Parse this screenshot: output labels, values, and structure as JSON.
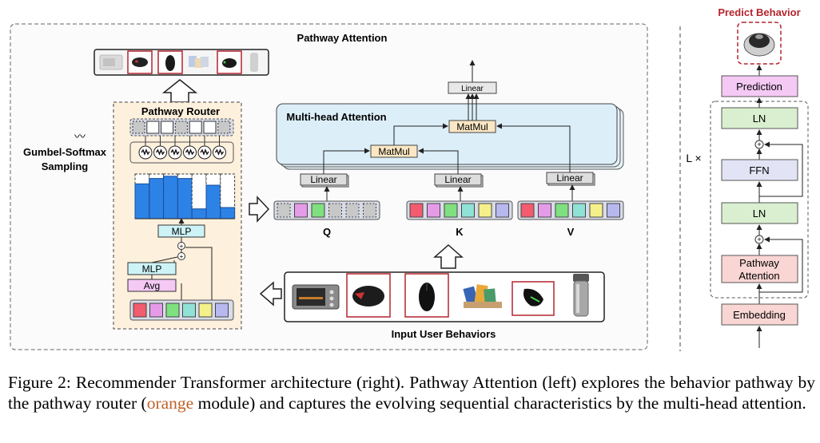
{
  "pathway_attention": {
    "title": "Pathway Attention",
    "pathway_router": "Pathway Router",
    "gumbel": [
      "Gumbel-Softmax",
      "Sampling"
    ],
    "mlp_top": "MLP",
    "mlp_bottom": "MLP",
    "avg": "Avg",
    "multihead": "Multi-head Attention",
    "linear_top": "Linear",
    "matmul_top": "MatMul",
    "matmul_left": "MatMul",
    "linear_q": "Linear",
    "linear_k": "Linear",
    "linear_v": "Linear",
    "q": "Q",
    "k": "K",
    "v": "V",
    "input_behaviors": "Input User Behaviors",
    "router_bar_values": [
      0.78,
      0.9,
      0.95,
      0.9,
      0.22,
      0.75,
      0.25
    ],
    "token_colors": [
      "#f25c6e",
      "#e69be8",
      "#7fe07f",
      "#8fe3d6",
      "#f5f08a",
      "#b8b8f0"
    ]
  },
  "transformer": {
    "predict_behavior": "Predict Behavior",
    "prediction": "Prediction",
    "ln_top": "LN",
    "ffn": "FFN",
    "ln_bottom": "LN",
    "pathway_attention": [
      "Pathway",
      "Attention"
    ],
    "embedding": "Embedding",
    "repeat": "L ×",
    "plus": "+"
  },
  "colors": {
    "orange_panel": "#fdf0dc",
    "blue_panel": "#dceef8",
    "pink_box": "#f4c9f4",
    "green_box": "#d9efcf",
    "lavender_box": "#e3e3f6",
    "salmon_box": "#f9d6d3",
    "dark_red": "#b4252e",
    "bar_blue": "#2d82e6",
    "caption_orange": "#c0622a"
  },
  "caption": {
    "part1": "Figure 2: Recommender Transformer architecture (right). Pathway Attention (left) explores the behavior pathway by the pathway router (",
    "orange_word": "orange",
    "part2": " module) and captures the evolving sequential characteristics by the multi-head attention."
  }
}
